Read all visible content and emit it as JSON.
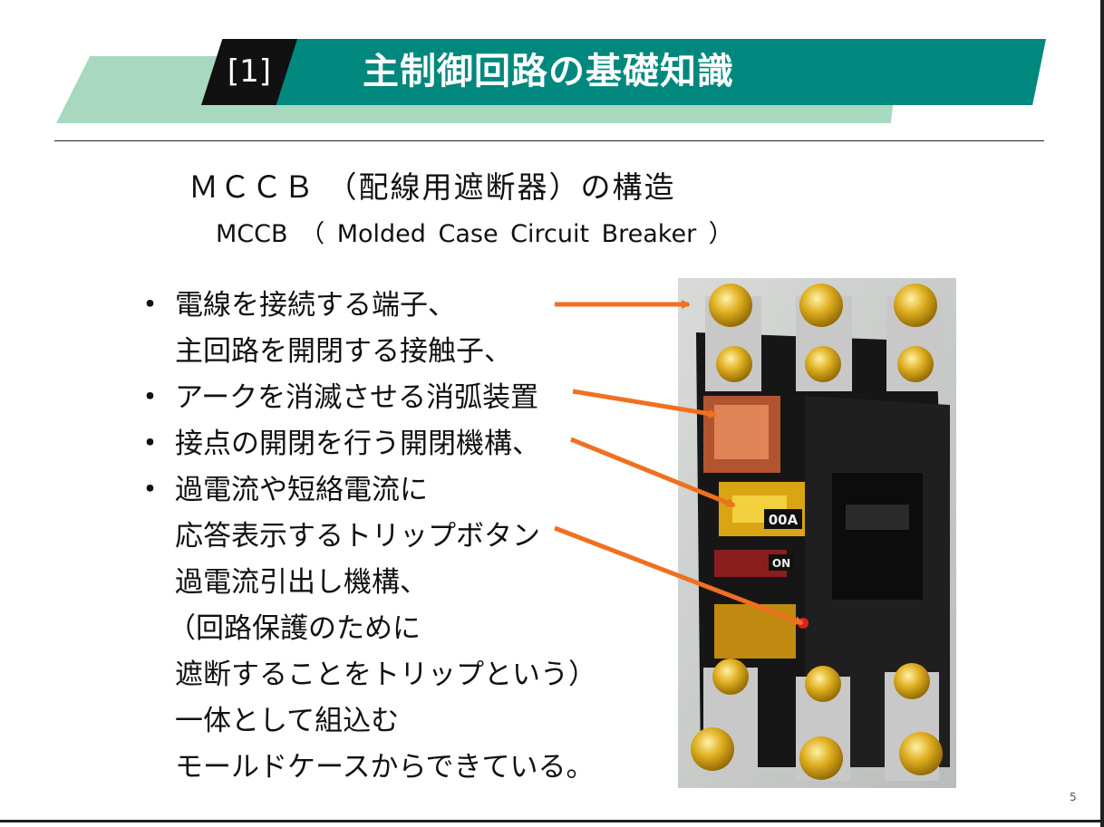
{
  "header": {
    "section_number": "[1]",
    "title": "主制御回路の基礎知識",
    "accent_dark": "#00887e",
    "accent_light": "#a8d8c0"
  },
  "heading": {
    "main": "ＭＣＣＢ （配線用遮断器）の構造",
    "sub": "MCCB （ Molded Case Circuit Breaker ）"
  },
  "bullet_symbol": "・",
  "lines": [
    "電線を接続する端子、",
    "主回路を開閉する接触子、",
    "アークを消滅させる消弧装置",
    "接点の開閉を行う開閉機構、",
    "過電流や短絡電流に",
    "応答表示するトリップボタン",
    "過電流引出し機構、",
    "（回路保護のために",
    "遮断することをトリップという）",
    "一体として組込む",
    "モールドケースからできている。"
  ],
  "photo": {
    "rating_label": "00A",
    "on_label": "ON"
  },
  "arrow_color": "#f07020",
  "page_number": "5"
}
